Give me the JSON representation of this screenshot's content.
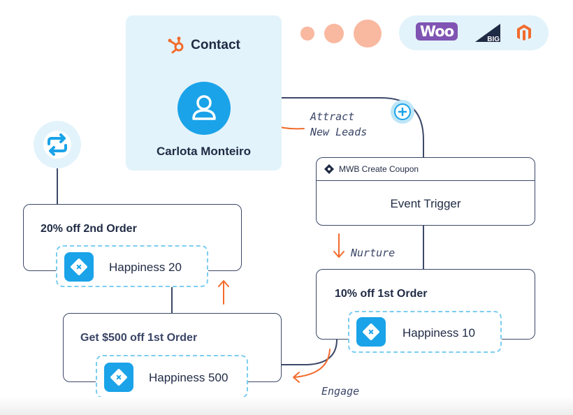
{
  "contact": {
    "header_label": "Contact",
    "name": "Carlota Monteiro",
    "header_icon": "hubspot-icon",
    "avatar_icon": "user-icon"
  },
  "integrations": {
    "woo_label": "Woo",
    "big_label": "BIG",
    "icons": [
      "woocommerce-logo",
      "bigcommerce-logo",
      "magento-logo"
    ]
  },
  "annotations": {
    "attract": [
      "Attract",
      "New Leads"
    ],
    "nurture": "Nurture",
    "engage": "Engage"
  },
  "trigger": {
    "header": "MWB Create Coupon",
    "label": "Event Trigger"
  },
  "offers": {
    "first_order": {
      "title": "10% off 1st Order",
      "coupon": "Happiness 10"
    },
    "second_order": {
      "title": "20% off 2nd Order",
      "coupon": "Happiness 20"
    },
    "big_order": {
      "title": "Get $500 off 1st Order",
      "coupon": "Happiness 500"
    }
  },
  "colors": {
    "accent_blue": "#1aa3e8",
    "light_blue": "#e3f3fb",
    "arrow_orange": "#f26b2c",
    "line_dark": "#3c4868",
    "dot_peach": "#f9b8a0"
  }
}
